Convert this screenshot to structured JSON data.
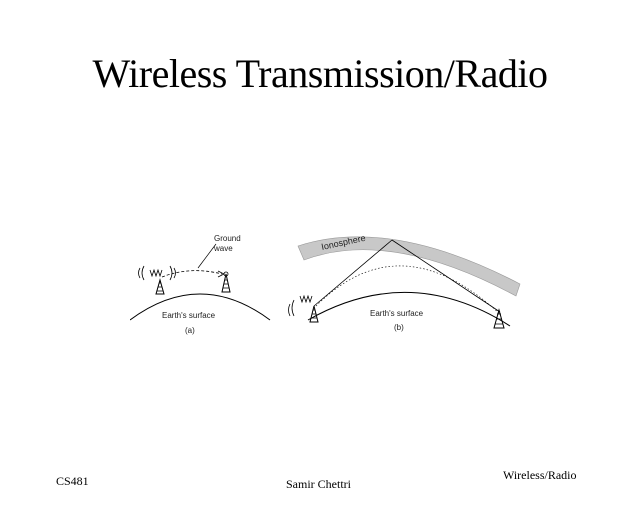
{
  "slide": {
    "title": "Wireless Transmission/Radio"
  },
  "diagram": {
    "panel_a": {
      "wave_label_line1": "Ground",
      "wave_label_line2": "wave",
      "surface_label": "Earth's surface",
      "caption": "(a)"
    },
    "panel_b": {
      "ionosphere_label": "Ionosphere",
      "surface_label": "Earth's surface",
      "caption": "(b)"
    }
  },
  "footer": {
    "course": "CS481",
    "author": "Samir Chettri",
    "topic": "Wireless/Radio"
  }
}
